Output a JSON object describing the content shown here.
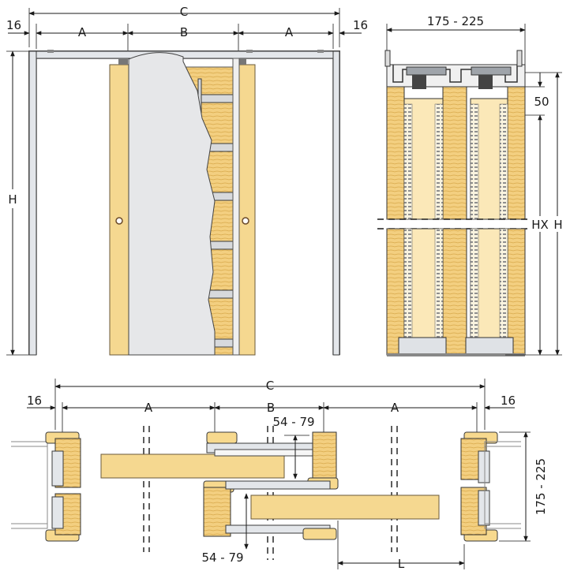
{
  "front_view": {
    "top_dims": {
      "left_margin": "16",
      "a_left": "A",
      "b_center": "B",
      "a_right": "A",
      "right_margin": "16",
      "overall": "C"
    },
    "height_label": "H"
  },
  "side_view": {
    "width_range": "175 - 225",
    "top_offset": "50",
    "hx_label": "HX",
    "height_label": "H"
  },
  "plan_view": {
    "overall": "C",
    "left_margin": "16",
    "right_margin": "16",
    "a_left": "A",
    "b_center": "B",
    "a_right": "A",
    "leaf_thickness_top": "54 - 79",
    "leaf_thickness_bottom": "54 - 79",
    "wall_range": "175 - 225",
    "leaf_offset": "L"
  },
  "colors": {
    "wood": "#f7d98e",
    "wood_dark": "#e9b95a",
    "steel": "#e3e6ea",
    "line": "#1a1a1a"
  }
}
